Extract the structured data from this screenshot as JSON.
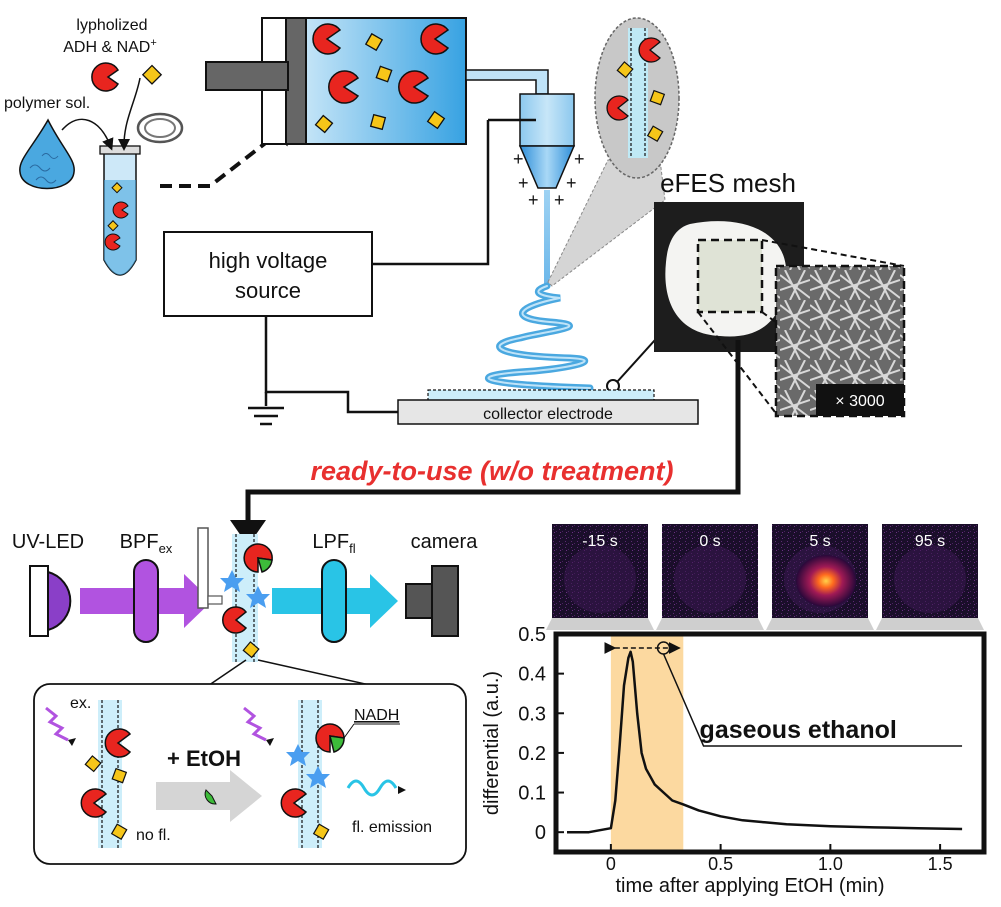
{
  "labels": {
    "lyophilized_line1": "lypholized",
    "lyophilized_line2": "ADH & NAD",
    "lyophilized_sup": "+",
    "polymer": "polymer sol.",
    "hv_line1": "high voltage",
    "hv_line2": "source",
    "collector": "collector electrode",
    "efes_mesh": "eFES mesh",
    "magnification": "× 3000",
    "ready": "ready-to-use (w/o treatment)",
    "uv_led": "UV-LED",
    "bpf": "BPF",
    "bpf_sub": "ex",
    "lpf": "LPF",
    "lpf_sub": "fl",
    "camera": "camera",
    "ex": "ex.",
    "etoh": "+ EtOH",
    "nadh": "NADH",
    "no_fl": "no fl.",
    "fl_emission": "fl. emission",
    "gaseous": "gaseous ethanol"
  },
  "colors": {
    "enzyme": "#e8251f",
    "cofactor": "#f6c619",
    "nadh_green": "#3dbb3a",
    "solution_blue": "#4aa8e0",
    "uv_purple": "#b153e0",
    "fluor_cyan": "#29c4e6",
    "highlight": "#fcd9a0",
    "ready_red": "#e8302f"
  },
  "frames": [
    {
      "label": "-15 s",
      "glow": 0.0
    },
    {
      "label": "0 s",
      "glow": 0.0
    },
    {
      "label": "5 s",
      "glow": 1.0
    },
    {
      "label": "95 s",
      "glow": 0.0
    }
  ],
  "chart_data": {
    "type": "line",
    "title": "",
    "xlabel": "time after applying EtOH (min)",
    "ylabel": "differential (a.u.)",
    "xlim": [
      -0.25,
      1.7
    ],
    "ylim": [
      -0.05,
      0.5
    ],
    "xticks": [
      0,
      0.5,
      1.0,
      1.5
    ],
    "xtick_labels": [
      "0",
      "0.5",
      "1.0",
      "1.5"
    ],
    "yticks": [
      0,
      0.1,
      0.2,
      0.3,
      0.4,
      0.5
    ],
    "ytick_labels": [
      "0",
      "0.1",
      "0.2",
      "0.3",
      "0.4",
      "0.5"
    ],
    "highlight_range": [
      0,
      0.33
    ],
    "annotation": "gaseous ethanol",
    "grid": false,
    "series": [
      {
        "name": "",
        "x": [
          -0.2,
          -0.1,
          0.0,
          0.02,
          0.04,
          0.06,
          0.08,
          0.09,
          0.1,
          0.12,
          0.14,
          0.16,
          0.18,
          0.2,
          0.24,
          0.28,
          0.33,
          0.4,
          0.5,
          0.6,
          0.7,
          0.8,
          1.0,
          1.2,
          1.4,
          1.6
        ],
        "y": [
          0.0,
          0.0,
          0.01,
          0.08,
          0.22,
          0.37,
          0.44,
          0.455,
          0.43,
          0.3,
          0.2,
          0.16,
          0.14,
          0.12,
          0.1,
          0.08,
          0.07,
          0.055,
          0.04,
          0.03,
          0.025,
          0.02,
          0.015,
          0.012,
          0.01,
          0.008
        ]
      }
    ]
  }
}
